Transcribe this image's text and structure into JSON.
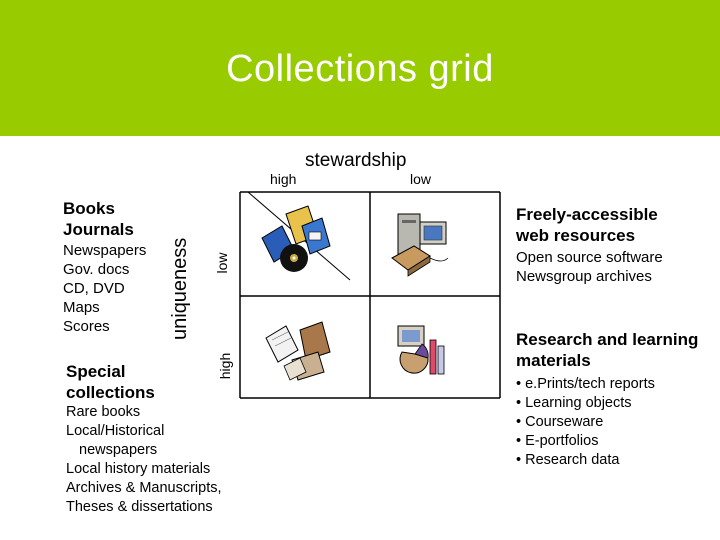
{
  "slide": {
    "title": "Collections grid",
    "accent_color": "#99cc00"
  },
  "axes": {
    "horizontal": {
      "title": "stewardship",
      "high": "high",
      "low": "low"
    },
    "vertical": {
      "title": "uniqueness",
      "low": "low",
      "high": "high"
    }
  },
  "quadrants": {
    "top_left": {
      "heading": [
        "Books",
        "Journals"
      ],
      "items": [
        "Newspapers",
        "Gov. docs",
        "CD, DVD",
        "Maps",
        "Scores"
      ],
      "icon": "books-and-cd-icon"
    },
    "bottom_left": {
      "heading": [
        "Special",
        "collections"
      ],
      "items": [
        "Rare books",
        "Local/Historical",
        "newspapers",
        "Local history materials",
        "Archives & Manuscripts,",
        "Theses & dissertations"
      ],
      "icon": "manuscripts-icon"
    },
    "top_right": {
      "heading": [
        "Freely-accessible",
        "web resources"
      ],
      "items": [
        "Open source software",
        "Newsgroup archives"
      ],
      "icon": "computer-icon"
    },
    "bottom_right": {
      "heading": [
        "Research and learning",
        "materials"
      ],
      "items": [
        "• e.Prints/tech reports",
        "• Learning objects",
        "• Courseware",
        "• E-portfolios",
        "• Research data"
      ],
      "icon": "lab-research-icon"
    }
  }
}
